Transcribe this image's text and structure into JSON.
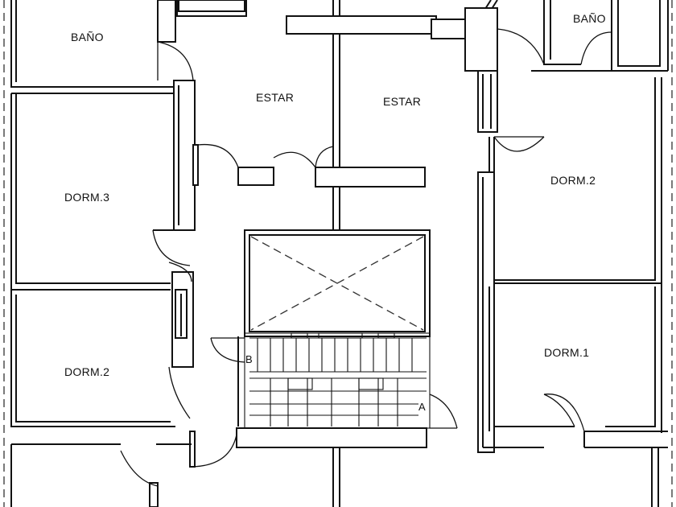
{
  "rooms": {
    "bano_left": "BAÑO",
    "bano_right": "BAÑO",
    "estar_left": "ESTAR",
    "estar_right": "ESTAR",
    "dorm3": "DORM.3",
    "dorm2_left": "DORM.2",
    "dorm2_right": "DORM.2",
    "dorm1": "DORM.1"
  },
  "markers": {
    "a": "A",
    "b": "B"
  }
}
